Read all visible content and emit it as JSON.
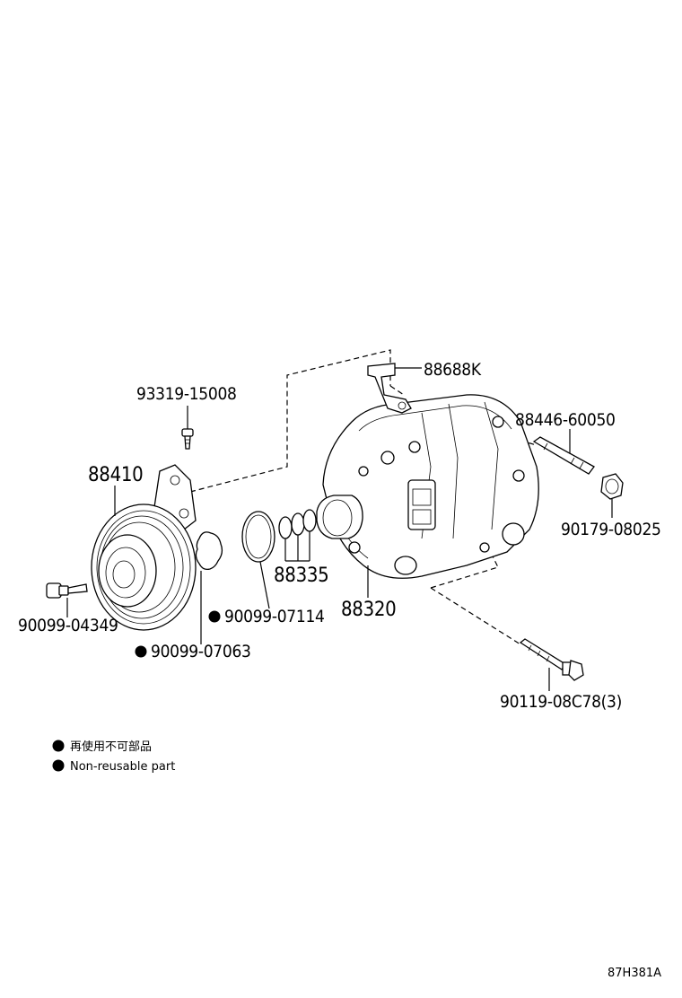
{
  "parts": {
    "p93319": "93319-15008",
    "p88410": "88410",
    "p90099_04349": "90099-04349",
    "p90099_07063": "90099-07063",
    "p90099_07114": "90099-07114",
    "p88335": "88335",
    "p88320": "88320",
    "p88688K": "88688K",
    "p88446": "88446-60050",
    "p90179": "90179-08025",
    "p90119": "90119-08C78(3)"
  },
  "legend": {
    "japanese": "再使用不可部品",
    "english": "Non-reusable part"
  },
  "figure_id": "87H381A"
}
